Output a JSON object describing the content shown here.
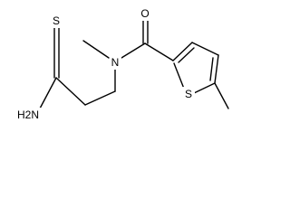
{
  "molecule": {
    "atoms": {
      "thioamide_s": "S",
      "amine_nh2": "H2N",
      "amide_n": "N",
      "carbonyl_o": "O",
      "ring_s": "S"
    }
  },
  "colors": {
    "bond": "#000000",
    "label": "#000000",
    "background": "#ffffff"
  }
}
